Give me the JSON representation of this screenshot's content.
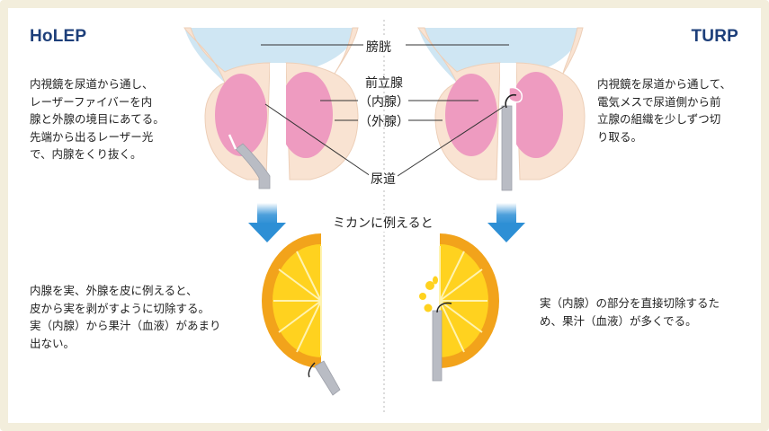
{
  "titles": {
    "holep": "HoLEP",
    "turp": "TURP"
  },
  "descriptions": {
    "holep": "内視鏡を尿道から通し、\nレーザーファイバーを内\n腺と外腺の境目にあてる。\n先端から出るレーザー光\nで、内腺をくり抜く。",
    "turp": "内視鏡を尿道から通して、\n電気メスで尿道側から前\n立腺の組織を少しずつ切\nり取る。"
  },
  "labels": {
    "bladder": "膀胱",
    "prostate": "前立腺",
    "inner_gland": "（内腺）",
    "outer_gland": "（外腺）",
    "urethra": "尿道",
    "orange_analogy": "ミカンに例えると"
  },
  "analogies": {
    "holep": "内腺を実、外腺を皮に例えると、\n皮から実を剥がすように切除する。\n実（内腺）から果汁（血液）があまり\n出ない。",
    "turp": "実（内腺）の部分を直接切除するた\nめ、果汁（血液）が多くでる。"
  },
  "colors": {
    "title": "#1d3f7a",
    "bladder": "#cfe6f3",
    "outer_gland": "#f9e3d2",
    "inner_gland": "#ee9bc0",
    "arrow": "#2d8fd5",
    "orange_peel": "#f2a31b",
    "orange_flesh": "#ffd21f",
    "scope": "#b9bcc4",
    "frame": "#f3eedc"
  }
}
